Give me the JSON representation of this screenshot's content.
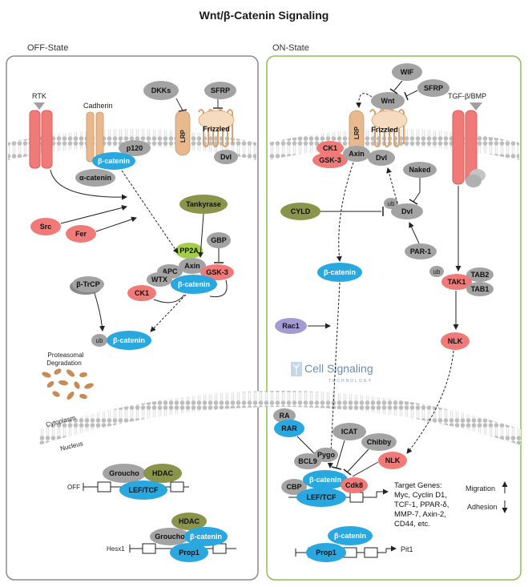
{
  "title": "Wnt/β-Catenin Signaling",
  "panels": {
    "off_label": "OFF-State",
    "on_label": "ON-State"
  },
  "compartments": {
    "cytoplasm": "Cytoplasm",
    "nucleus": "Nucleus",
    "proteasomal_1": "Proteasomal",
    "proteasomal_2": "Degradation"
  },
  "off": {
    "rtk": "RTK",
    "cadherin": "Cadherin",
    "p120": "p120",
    "b_catenin_membrane": "β-catenin",
    "a_catenin": "α-catenin",
    "dkks": "DKKs",
    "sfrp": "SFRP",
    "lrp": "LRP",
    "frizzled": "Frizzled",
    "dvl": "Dvl",
    "tankyrase": "Tankyrase",
    "src": "Src",
    "fer": "Fer",
    "gbp": "GBP",
    "pp2a": "PP2A",
    "axin": "Axin",
    "apc": "APC",
    "wtx": "WTX",
    "gsk3": "GSK-3",
    "b_catenin_complex": "β-catenin",
    "ck1": "CK1",
    "btrcp": "β-TrCP",
    "ub": "ub",
    "b_catenin_ub": "β-catenin",
    "groucho": "Groucho",
    "hdac": "HDAC",
    "lef_tcf": "LEF/TCF",
    "gene_off": "OFF",
    "hdac2": "HDAC",
    "groucho2": "Groucho",
    "b_catenin_prop1": "β-catenin",
    "prop1": "Prop1",
    "hesx1": "Hesx1"
  },
  "on": {
    "wif": "WIF",
    "sfrp": "SFRP",
    "wnt": "Wnt",
    "lrp": "LRP",
    "frizzled": "Frizzled",
    "tgf": "TGF-β/BMP",
    "ck1": "CK1",
    "gsk3": "GSK-3",
    "axin": "Axin",
    "dvl": "Dvl",
    "naked": "Naked",
    "cyld": "CYLD",
    "ub": "ub",
    "dvl2": "Dvl",
    "par1": "PAR-1",
    "b_catenin": "β-catenin",
    "tab2": "TAB2",
    "ub2": "ub",
    "tak1": "TAK1",
    "tab1": "TAB1",
    "rac1": "Rac1",
    "nlk": "NLK",
    "ra": "RA",
    "rar": "RAR",
    "icat": "ICAT",
    "chibby": "Chibby",
    "bcl9": "BCL9",
    "pygo": "Pygo",
    "nlk2": "NLK",
    "cbp": "CBP",
    "b_catenin_nuc": "β-catenin",
    "cdk8": "Cdk8",
    "lef_tcf": "LEF/TCF",
    "b_catenin_prop1": "β-catenin",
    "prop1": "Prop1",
    "pit1": "Pit1"
  },
  "target_genes": [
    "Target Genes:",
    "Myc, Cyclin D1,",
    "TCF-1, PPAR-δ,",
    "MMP-7, Axin-2,",
    "CD44, etc."
  ],
  "phenotype": {
    "migration": "Migration",
    "adhesion": "Adhesion"
  },
  "logo": {
    "name": "Cell Signaling",
    "sub": "TECHNOLOGY"
  },
  "colors": {
    "blue": "#29a8e0",
    "red": "#f07a78",
    "gray": "#a3a3a3",
    "olive": "#8a944a",
    "green": "#a4cd4a",
    "lavender": "#a59bd3",
    "tan": "#e8b98f",
    "panel_off": "#8c8c8c",
    "panel_on": "#8cc152"
  }
}
